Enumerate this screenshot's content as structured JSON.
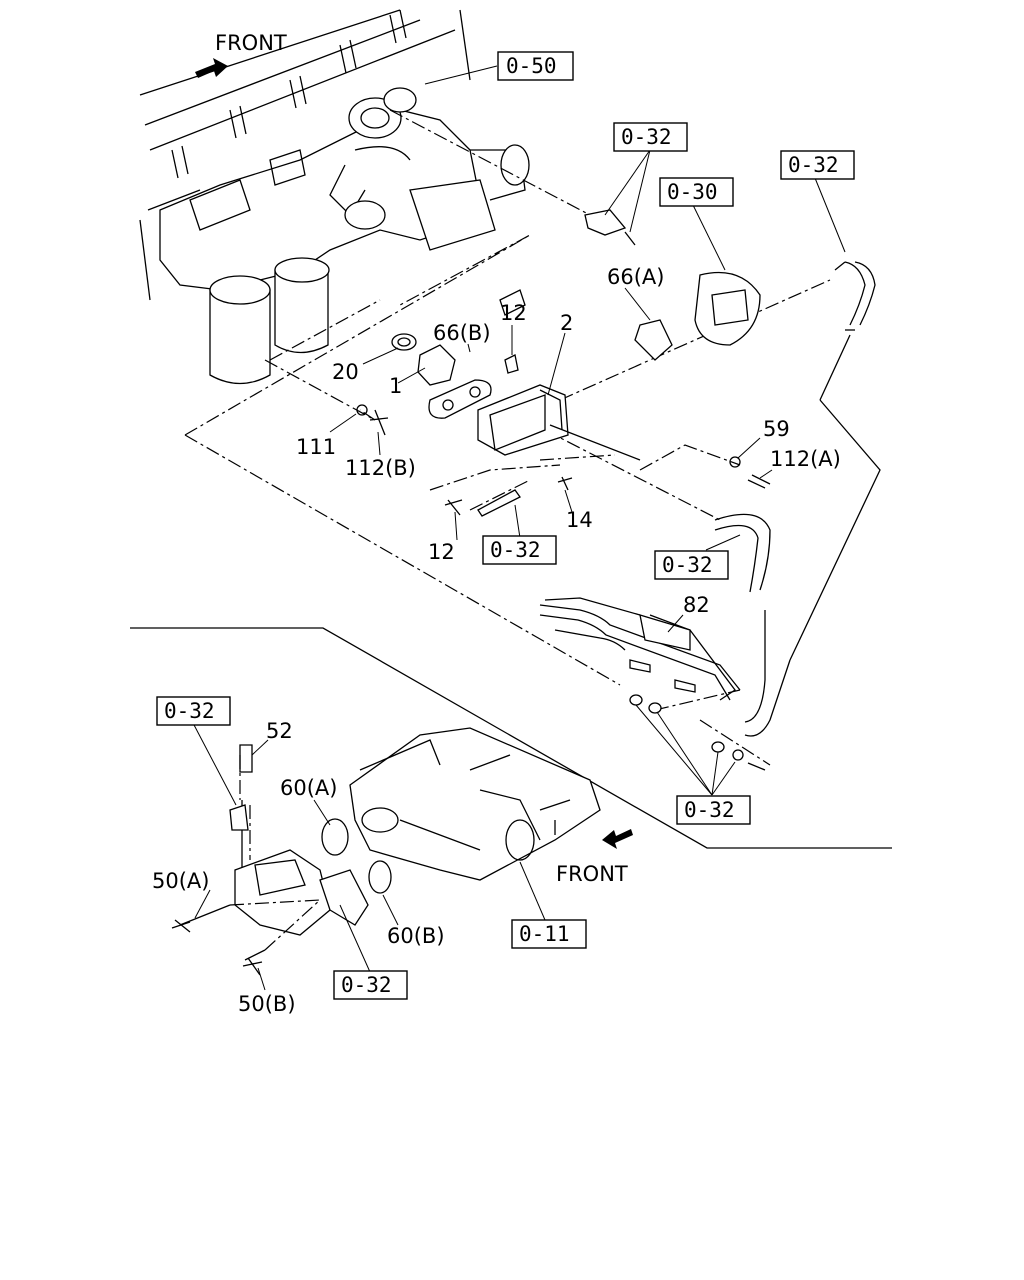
{
  "front_labels": [
    "FRONT",
    "FRONT"
  ],
  "part_numbers": {
    "p1": "1",
    "p2": "2",
    "p12a": "12",
    "p12b": "12",
    "p14": "14",
    "p20": "20",
    "p52": "52",
    "p59": "59",
    "p82": "82",
    "p111": "111",
    "p112a": "112(A)",
    "p112b": "112(B)",
    "p66a": "66(A)",
    "p66b": "66(B)",
    "p60a": "60(A)",
    "p60b": "60(B)",
    "p50a": "50(A)",
    "p50b": "50(B)"
  },
  "ref_boxes": {
    "r050": "0-50",
    "r032_top": "0-32",
    "r030": "0-30",
    "r032_topright": "0-32",
    "r032_mid": "0-32",
    "r032_hose": "0-32",
    "r032_left": "0-32",
    "r032_bottomright": "0-32",
    "r032_bottom": "0-32",
    "r011": "0-11"
  }
}
